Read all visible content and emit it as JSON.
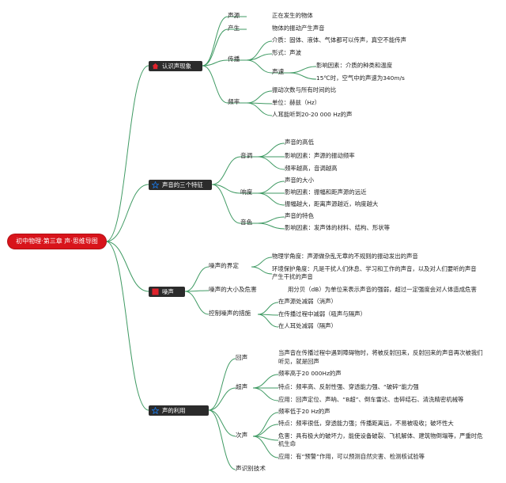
{
  "root": "初中物理·第三章 声·思维导图",
  "sections": [
    {
      "label": "认识声现象",
      "icon": "house-icon",
      "color": "#e0232c"
    },
    {
      "label": "声音的三个特征",
      "icon": "star-icon",
      "color": "#1b6fd1"
    },
    {
      "label": "噪声",
      "icon": "flag-icon",
      "color": "#e0232c"
    },
    {
      "label": "声的利用",
      "icon": "star-icon",
      "color": "#1b6fd1"
    }
  ],
  "s1": {
    "source": {
      "label": "声源",
      "desc": "正在发生的物体"
    },
    "produce": {
      "label": "产生",
      "desc": "物体的振动产生声音"
    },
    "propagation": {
      "label": "传播",
      "medium": "介质：固体、液体、气体都可以传声，真空不能传声",
      "form": "形式：声波",
      "speed": {
        "label": "声速",
        "factor": "影响因素：介质的种类和温度",
        "value": "15℃时，空气中的声速为340m/s"
      }
    },
    "frequency": {
      "label": "频率",
      "def": "振动次数与所有时间的比",
      "unit": "单位：赫兹（Hz）",
      "range": "人耳能听到20-20 000 Hz的声"
    }
  },
  "s2": {
    "pitch": {
      "label": "音调",
      "items": [
        "声音的高低",
        "影响因素：声源的振动频率",
        "频率越高，音调越高"
      ]
    },
    "loudness": {
      "label": "响度",
      "items": [
        "声音的大小",
        "影响因素：振幅和距声源的远近",
        "振幅越大，距离声源越近，响度越大"
      ]
    },
    "timbre": {
      "label": "音色",
      "items": [
        "声音的特色",
        "影响因素：发声体的材料、结构、形状等"
      ]
    }
  },
  "s3": {
    "define": {
      "label": "噪声的界定",
      "physics": "物理学角度：声源做杂乱无章的不规则的振动发出的声音",
      "env1": "环境保护角度：凡是干扰人们休息、学习和工作的声音，以及对人们要听的声音",
      "env2": "产生干扰的声音"
    },
    "level": {
      "label": "噪声的大小及危害",
      "desc": "用分贝（dB）为单位来表示声音的强弱，超过一定强度会对人体造成危害"
    },
    "control": {
      "label": "控制噪声的措施",
      "items": [
        "在声源处减弱（消声）",
        "在传播过程中减弱（吸声与隔声）",
        "在人耳处减弱（隔声）"
      ]
    }
  },
  "s4": {
    "echo": {
      "label": "回声",
      "desc1": "当声音在传播过程中遇到障碍物时，将被反射回来，反射回来的声音再次被我们",
      "desc2": "听见，就是回声"
    },
    "ultra": {
      "label": "超声",
      "freq": "频率高于20 000Hz的声",
      "feature": "特点：频率高、反射性强、穿透能力强、“破碎”能力强",
      "apply": "应用：回声定位、声呐、“B超”、倒车雷达、击碎结石、清洗精密机械等"
    },
    "infra": {
      "label": "次声",
      "freq": "频率低于20 Hz的声",
      "feature": "特点：频率很低，穿透能力强；传播距离远，不易被吸收；破坏性大",
      "harm1": "危害：具有极大的破坏力，能使设备破裂、飞机解体、建筑物倒塌等，严重时危",
      "harm2": "机生命",
      "apply": "应用：有“预警”作用，可以预测自然灾害、检测核试验等"
    },
    "recog": {
      "label": "声识别技术"
    }
  },
  "colors": {
    "line": "#2e8b57",
    "root": "#d8141b",
    "section": "#2b2b2b"
  }
}
